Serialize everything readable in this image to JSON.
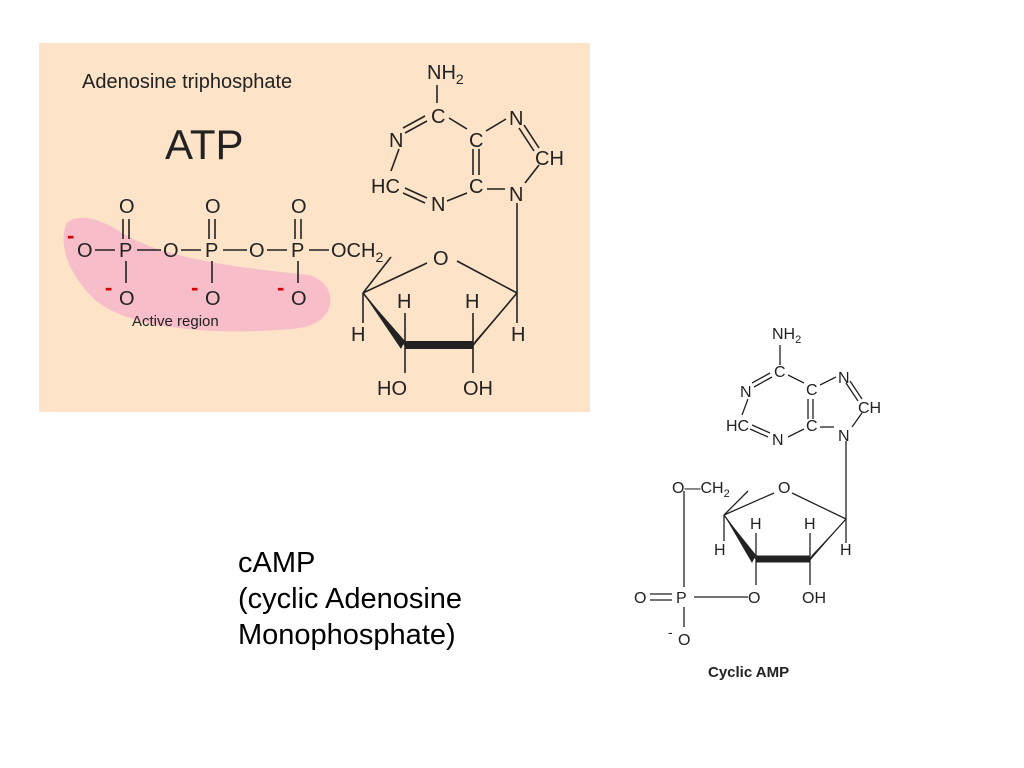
{
  "atp": {
    "subtitle": "Adenosine triphosphate",
    "title": "ATP",
    "active_region": "Active region",
    "minus": "-",
    "atoms": {
      "NH2": "NH",
      "sub2": "2",
      "N": "N",
      "C": "C",
      "CH": "CH",
      "HC": "HC",
      "O": "O",
      "P": "P",
      "OCH": "OCH",
      "H": "H",
      "HO": "HO",
      "OH": "OH"
    },
    "colors": {
      "panel": "#fde3c8",
      "highlight": "#f6b8c8",
      "charge": "#d40000"
    }
  },
  "camp": {
    "caption_lines": [
      "cAMP",
      "(cyclic Adenosine",
      "Monophosphate)"
    ],
    "label": "Cyclic AMP",
    "minus": "-",
    "atoms": {
      "NH2": "NH",
      "sub2": "2",
      "N": "N",
      "C": "C",
      "CH": "CH",
      "HC": "HC",
      "O": "O",
      "P": "P",
      "OCH": "O—CH",
      "H": "H",
      "OH": "OH"
    }
  }
}
